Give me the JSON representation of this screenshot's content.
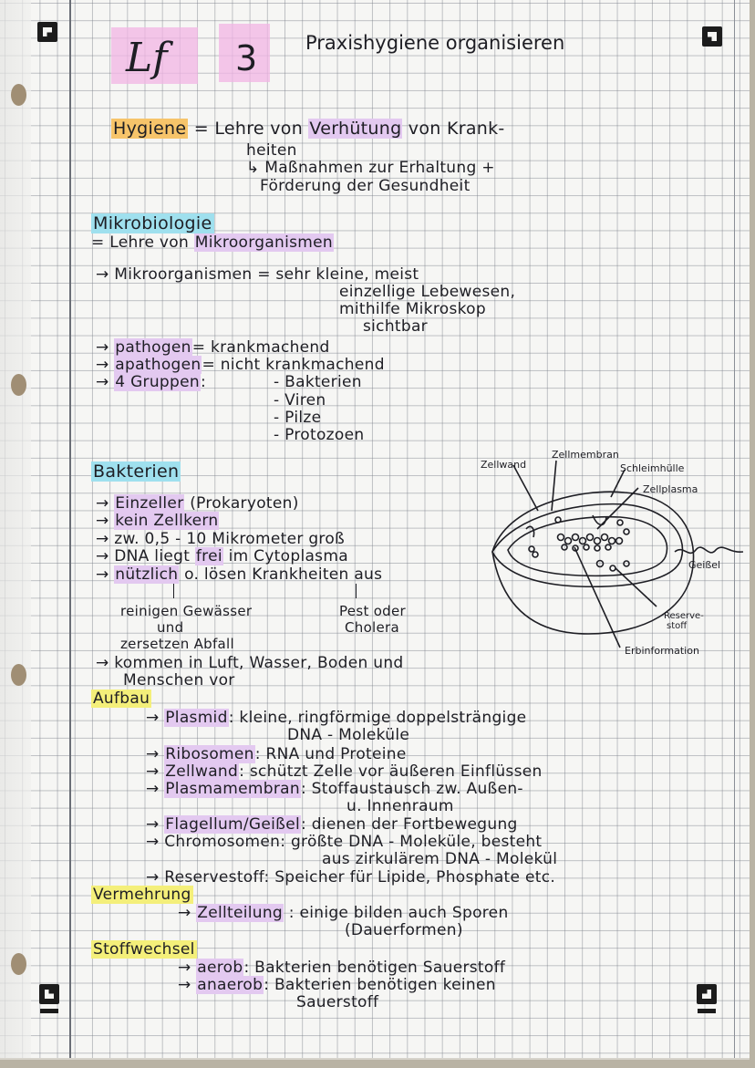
{
  "header": {
    "lf_label": "Lf",
    "lf_number": "3",
    "topic": "Praxishygiene organisieren"
  },
  "hygiene": {
    "term": "Hygiene",
    "eq": "=",
    "def_line1_a": "Lehre von ",
    "def_line1_b": "Verhütung",
    "def_line1_c": " von Krank-",
    "def_line2": "heiten",
    "sub_line1": "↳ Maßnahmen zur Erhaltung +",
    "sub_line2": "Förderung der Gesundheit"
  },
  "mikrobiologie": {
    "heading": "Mikrobiologie",
    "def_a": "= Lehre von ",
    "def_b": "Mikroorganismen",
    "items": [
      {
        "arrow": "→",
        "term": "Mikroorganismen",
        "text": "= sehr kleine, meist"
      },
      {
        "text": "einzellige Lebewesen,"
      },
      {
        "text": "mithilfe Mikroskop"
      },
      {
        "text": "sichtbar"
      }
    ],
    "pathogen": {
      "arrow": "→",
      "term": "pathogen",
      "text": "= krankmachend"
    },
    "apathogen": {
      "arrow": "→",
      "term": "apathogen",
      "text": "= nicht krankmachend"
    },
    "gruppen": {
      "arrow": "→",
      "term": "4 Gruppen",
      "colon": ":",
      "list": [
        "- Bakterien",
        "- Viren",
        "- Pilze",
        "- Protozoen"
      ]
    }
  },
  "bakterien": {
    "heading": "Bakterien",
    "bullets": [
      {
        "arrow": "→",
        "hl": "Einzeller",
        "text": " (Prokaryoten)"
      },
      {
        "arrow": "→",
        "hl": "kein Zellkern",
        "text": ""
      },
      {
        "arrow": "→",
        "hl": "",
        "text": "zw. 0,5 - 10 Mikrometer groß"
      },
      {
        "arrow": "→",
        "pre": "DNA liegt ",
        "hl": "frei",
        "text": " im Cytoplasma"
      },
      {
        "arrow": "→",
        "hl": "nützlich",
        "text": " o. lösen Krankheiten aus"
      }
    ],
    "useful": [
      "reinigen Gewässer",
      "und",
      "zersetzen Abfall"
    ],
    "disease": [
      "Pest oder",
      "Cholera"
    ],
    "occurrence": [
      "→ kommen in Luft, Wasser, Boden und",
      "Menschen vor"
    ]
  },
  "aufbau": {
    "heading": "Aufbau",
    "items": [
      {
        "term": "Plasmid",
        "text": ": kleine, ringförmige doppelsträngige",
        "cont": "DNA - Moleküle"
      },
      {
        "term": "Ribosomen",
        "text": ": RNA und Proteine",
        "cont": ""
      },
      {
        "term": "Zellwand",
        "text": ": schützt Zelle vor äußeren Einflüssen",
        "cont": ""
      },
      {
        "term": "Plasmamembran",
        "text": ": Stoffaustausch zw. Außen-",
        "cont": "u. Innenraum"
      },
      {
        "term": "Flagellum/Geißel",
        "text": ": dienen der Fortbewegung",
        "cont": ""
      },
      {
        "term": "Chromosomen",
        "text": ": größte DNA - Moleküle, besteht",
        "cont": "aus zirkulärem DNA - Molekül"
      },
      {
        "term": "Reservestoff",
        "text": ": Speicher für Lipide, Phosphate etc.",
        "cont": ""
      }
    ]
  },
  "vermehrung": {
    "heading": "Vermehrung",
    "term": "Zellteilung",
    "text": ": einige bilden auch Sporen",
    "cont": "(Dauerformen)"
  },
  "stoffwechsel": {
    "heading": "Stoffwechsel",
    "items": [
      {
        "term": "aerob",
        "text": ": Bakterien benötigen Sauerstoff",
        "cont": ""
      },
      {
        "term": "anaerob",
        "text": ": Bakterien benötigen keinen",
        "cont": "Sauerstoff"
      }
    ]
  },
  "diagram": {
    "labels": {
      "zellwand": "Zellwand",
      "zellmembran": "Zellmembran",
      "schleimhuelle": "Schleimhülle",
      "zellplasma": "Zellplasma",
      "geissel": "Geißel",
      "reservestoff_1": "Reserve-",
      "reservestoff_2": "stoff",
      "erbinformation": "Erbinformation"
    }
  },
  "colors": {
    "paper": "#f6f6f4",
    "grid": "#787d87",
    "ink": "#1e1e24",
    "highlight_orange": "#f7c46a",
    "highlight_cyan": "#9fe0ee",
    "highlight_yellow": "#f4ef7a",
    "highlight_violet": "#e3c9f0",
    "highlight_pink": "#f1b4e4"
  }
}
